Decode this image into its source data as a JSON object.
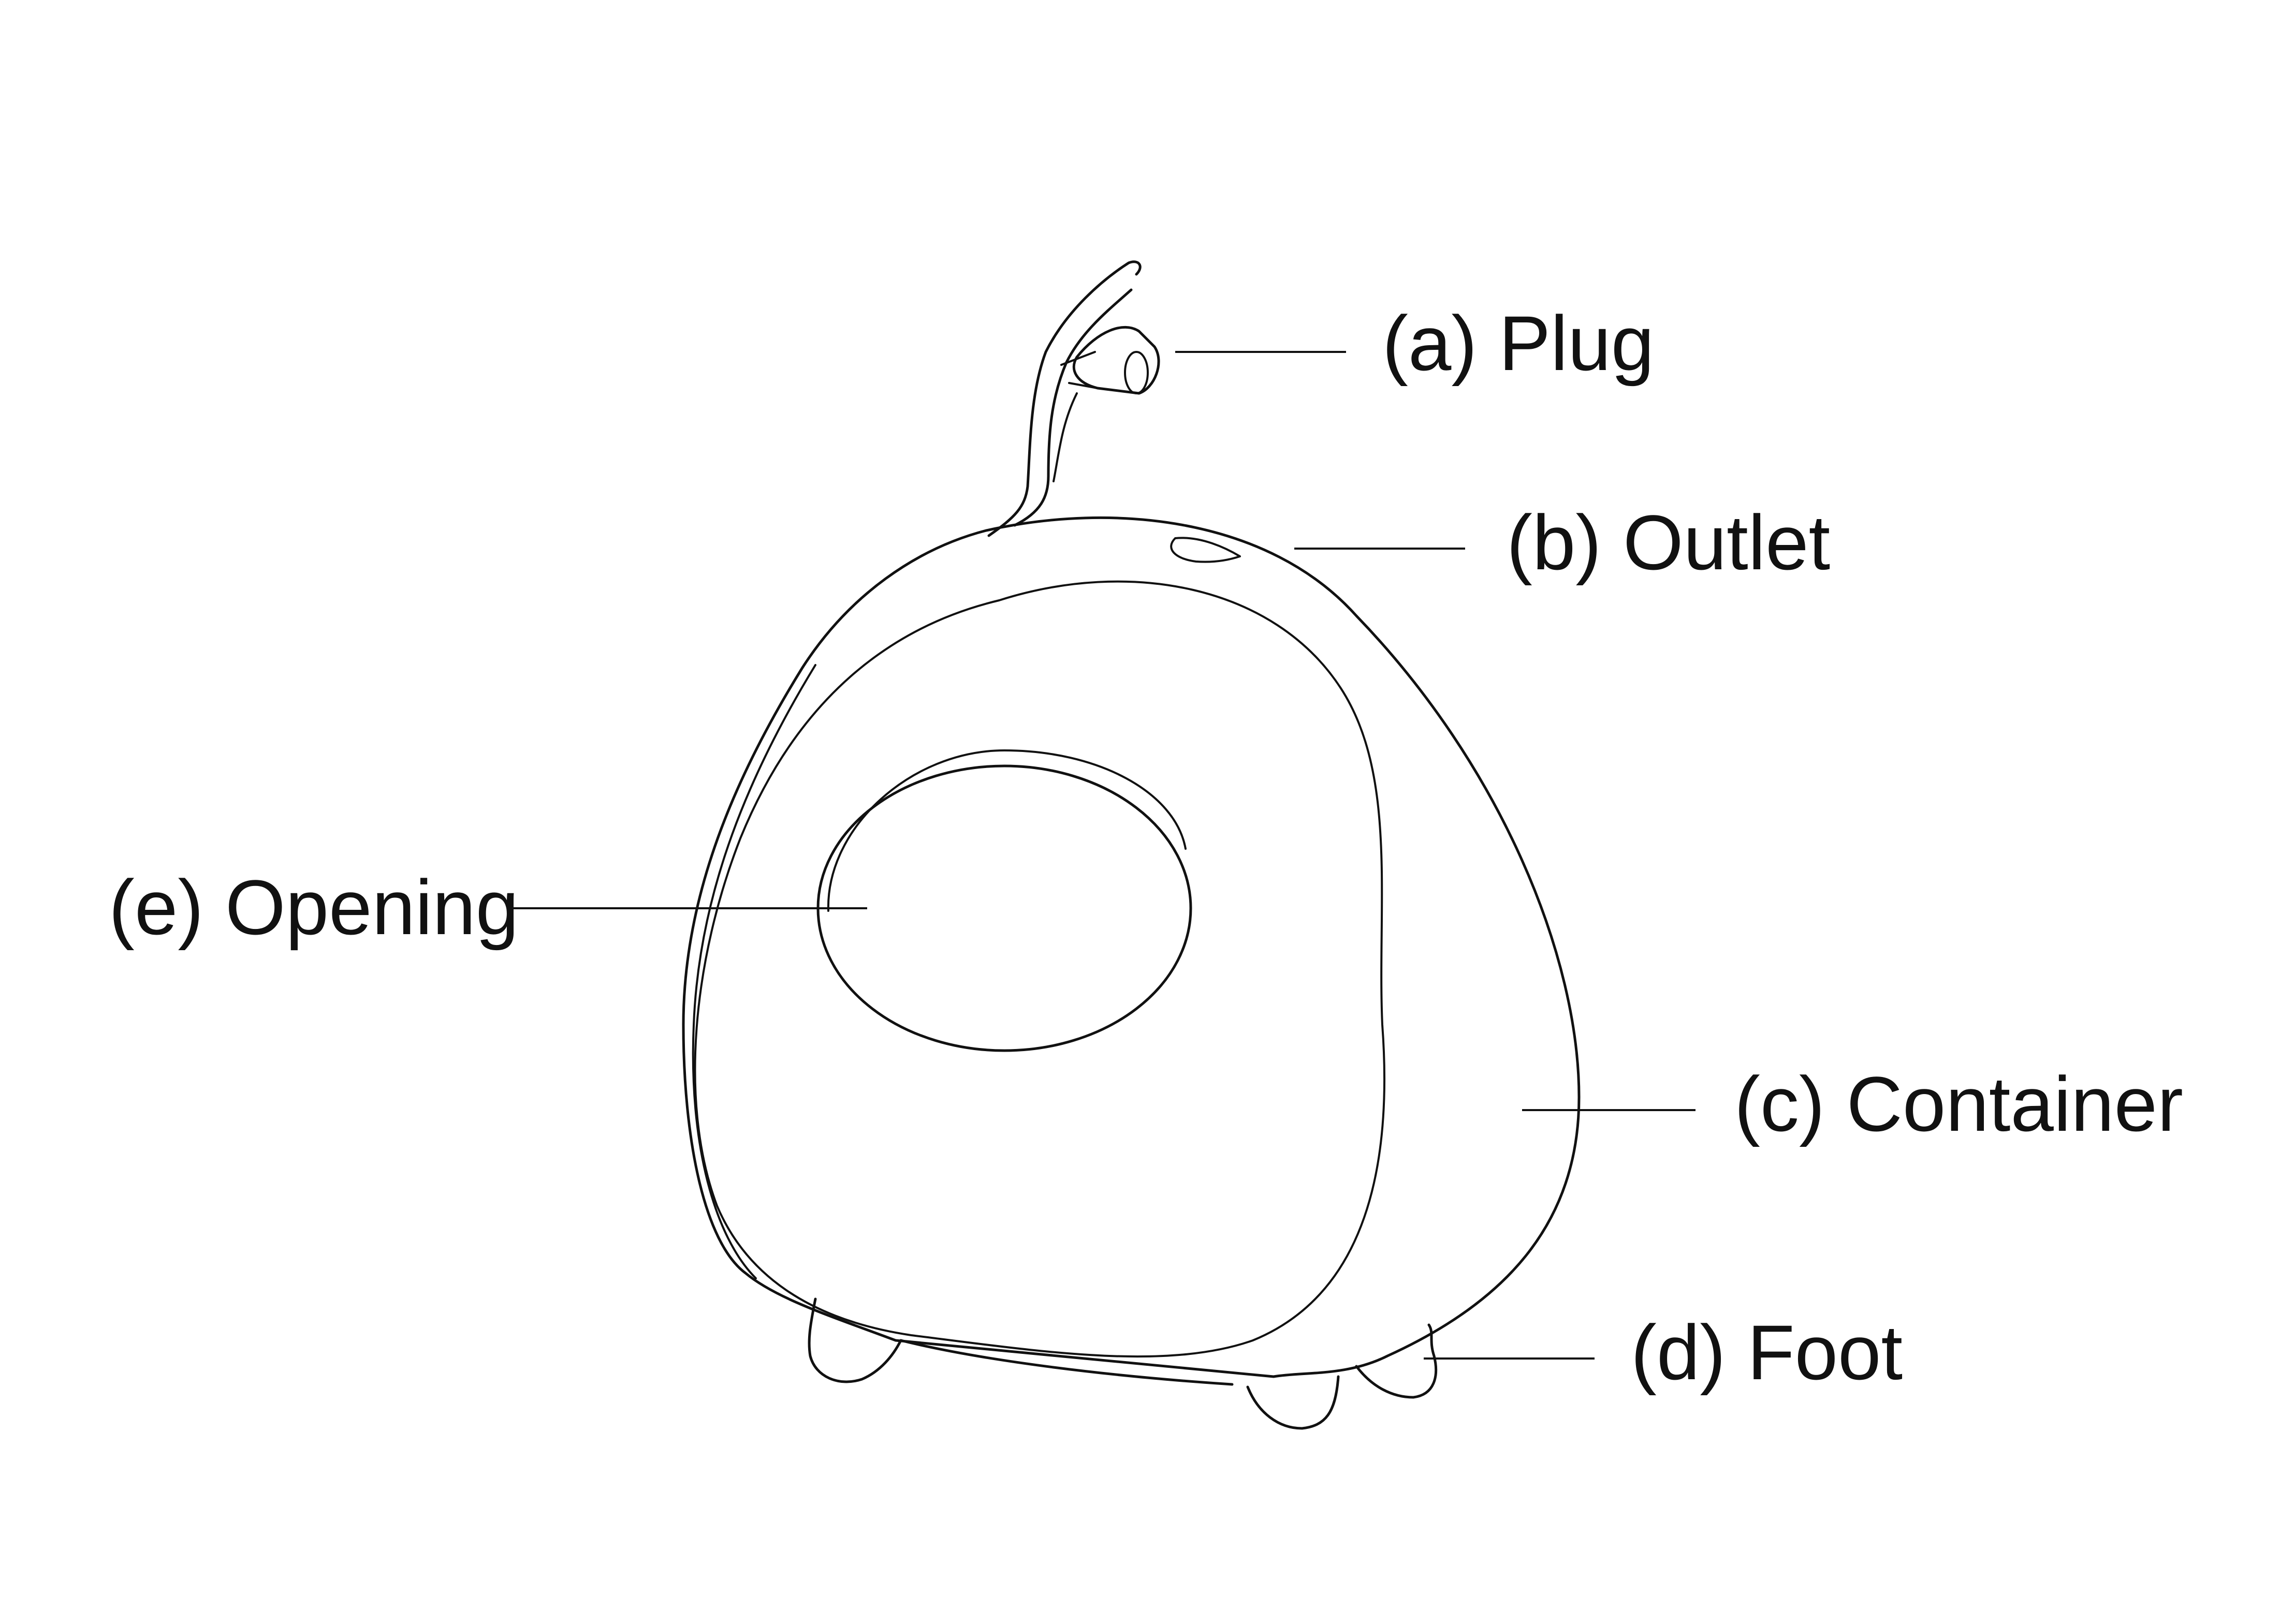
{
  "labels": {
    "plug": "(a) Plug",
    "outlet": "(b) Outlet",
    "container": "(c) Container",
    "foot": "(d) Foot",
    "opening": "(e) Opening"
  },
  "colors": {
    "line": "#111111",
    "background": "#ffffff"
  }
}
